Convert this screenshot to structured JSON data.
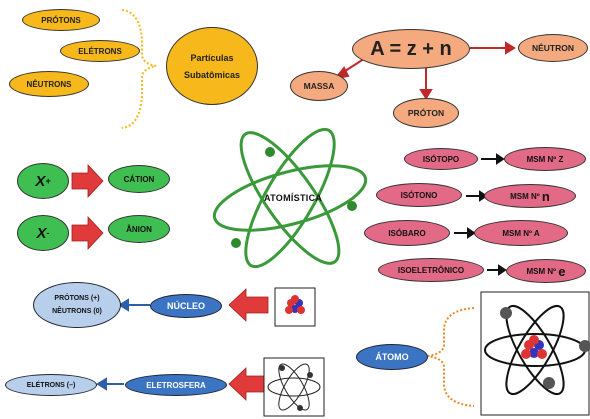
{
  "top_left": {
    "protons": "PRÓTONS",
    "electrons": "ELÉTRONS",
    "neutrons": "NÊUTRONS",
    "particles_line1": "Partículas",
    "particles_line2": "Subatômicas"
  },
  "formula": {
    "equation": "A = z + n",
    "mass": "MASSA",
    "proton": "PRÓTON",
    "neutron": "NÊUTRON"
  },
  "ions": {
    "cation_symbol": "X",
    "cation_charge": "+",
    "cation_label": "CÁTION",
    "anion_symbol": "X",
    "anion_charge": "-",
    "anion_label": "ÂNION"
  },
  "center": {
    "title": "ATOMÍSTICA"
  },
  "relations": [
    {
      "term": "ISÓTOPO",
      "same": "MSM Nº Z"
    },
    {
      "term": "ISÓTONO",
      "same_prefix": "MSM Nº ",
      "same_letter": "n"
    },
    {
      "term": "ISÓBARO",
      "same": "MSM Nº A"
    },
    {
      "term": "ISOELETRÔNICO",
      "same_prefix": "MSM Nº ",
      "same_letter": "e"
    }
  ],
  "bottom": {
    "nucleus_content_line1": "PRÓTONS (+)",
    "nucleus_content_line2": "NÊUTRONS (0)",
    "nucleus": "NÚCLEO",
    "atom": "ÁTOMO",
    "electrosphere": "ELETROSFERA",
    "electrons": "ELÉTRONS (–)"
  },
  "colors": {
    "yellow": "#f6b81a",
    "salmon": "#f4a97e",
    "pink": "#e36a86",
    "green": "#3fbf52",
    "blue": "#3c74c4",
    "red_arrow": "#e03a3a"
  }
}
